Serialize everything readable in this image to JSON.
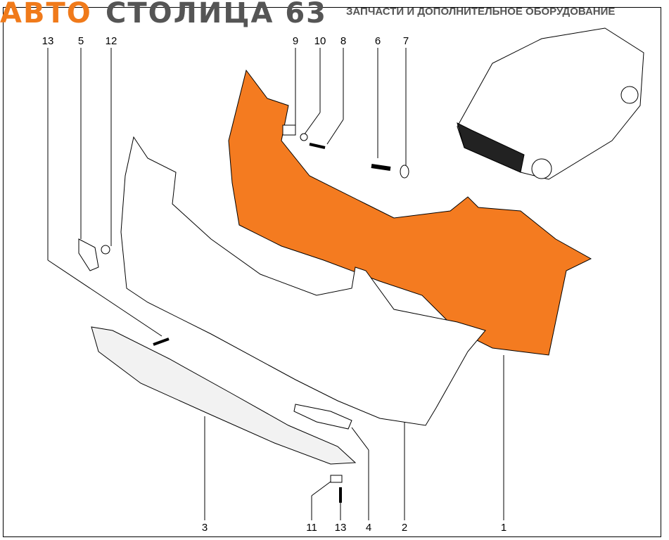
{
  "header": {
    "logo_part1": "АВТО",
    "logo_part2": "СТОЛИЦА 63",
    "tagline": "ЗАПЧАСТИ И ДОПОЛНИТЕЛЬНОЕ ОБОРУДОВАНИЕ"
  },
  "callouts_top": [
    "13",
    "5",
    "12",
    "9",
    "10",
    "8",
    "6",
    "7"
  ],
  "callouts_bottom": [
    "3",
    "11",
    "13",
    "4",
    "2",
    "1"
  ],
  "colors": {
    "highlight": "#f47b20",
    "logo_orange": "#f07a1a",
    "logo_gray": "#555555"
  }
}
